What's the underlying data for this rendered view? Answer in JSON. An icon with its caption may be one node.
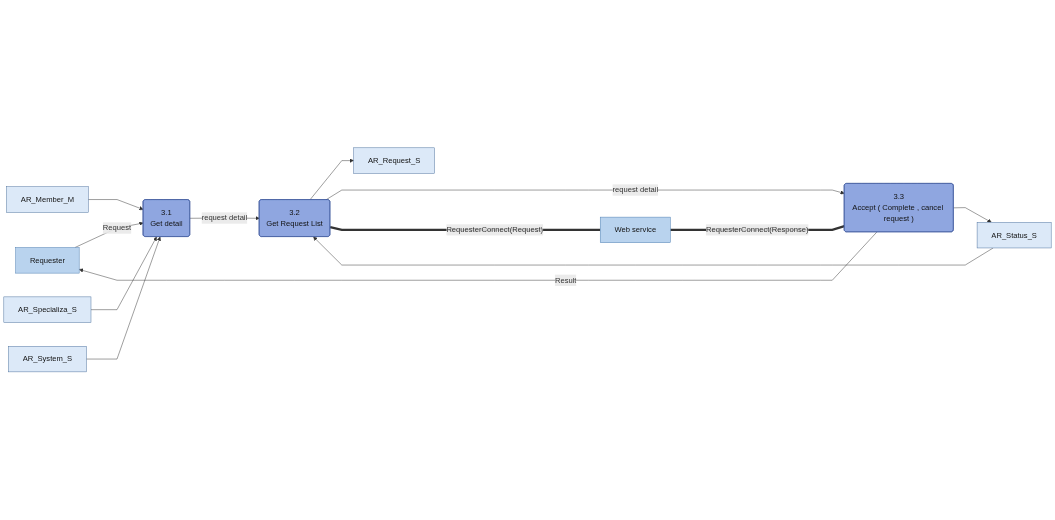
{
  "diagram": {
    "nodes": [
      {
        "text": [
          "Requester"
        ]
      },
      {
        "text": [
          "3.1",
          "Get detail"
        ]
      },
      {
        "text": [
          "3.2",
          "Get Request List"
        ]
      },
      {
        "text": [
          "3.3",
          "Accept ( Complete , cancel request )"
        ]
      },
      {
        "text": [
          "AR_Member_M"
        ]
      },
      {
        "text": [
          "AR_Specializa_S"
        ]
      },
      {
        "text": [
          "AR_System_S"
        ]
      },
      {
        "text": [
          "AR_Request_S"
        ]
      },
      {
        "text": [
          "AR_Status_S"
        ]
      },
      {
        "text": [
          "Web service"
        ]
      }
    ],
    "edges": [
      {
        "from": 0,
        "to": 1,
        "arrow": "to",
        "label": "Request"
      },
      {
        "from": 4,
        "to": 1,
        "arrow": "to"
      },
      {
        "from": 5,
        "to": 1,
        "arrow": "to"
      },
      {
        "from": 6,
        "to": 1,
        "arrow": "to"
      },
      {
        "from": 1,
        "to": 2,
        "arrow": "to",
        "label": "request detail"
      },
      {
        "from": 2,
        "to": 7,
        "arrow": "to"
      },
      {
        "from": 8,
        "to": 2,
        "arrow": "to"
      },
      {
        "from": 3,
        "to": 8,
        "arrow": "to"
      },
      {
        "from": 2,
        "to": 3,
        "arrow": "to",
        "label": "request detail"
      },
      {
        "from": 3,
        "to": 0,
        "arrow": "to",
        "label": "Result"
      },
      {
        "from": 2,
        "to": 9,
        "arrow": "none",
        "label": "RequesterConnect(Request)",
        "style": "thick"
      },
      {
        "from": 9,
        "to": 3,
        "arrow": "none",
        "label": "RequesterConnect(Response)",
        "style": "thick"
      }
    ]
  }
}
